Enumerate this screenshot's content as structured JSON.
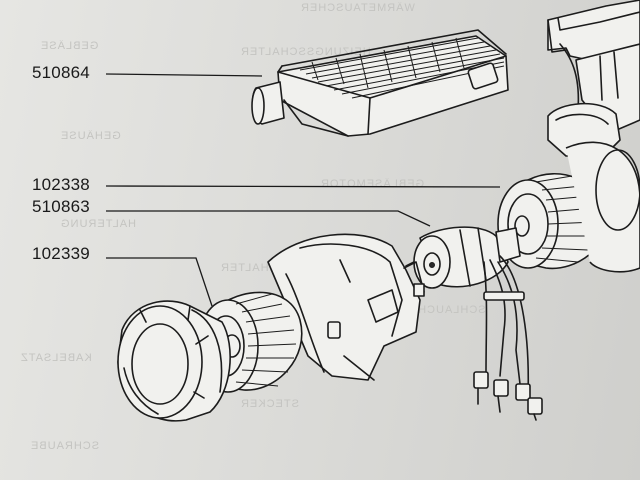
{
  "parts": [
    {
      "id": "heater-core",
      "number": "510864"
    },
    {
      "id": "fan-wheel-small",
      "number": "102338"
    },
    {
      "id": "blower-motor",
      "number": "510863"
    },
    {
      "id": "fan-wheel-large",
      "number": "102339"
    }
  ]
}
